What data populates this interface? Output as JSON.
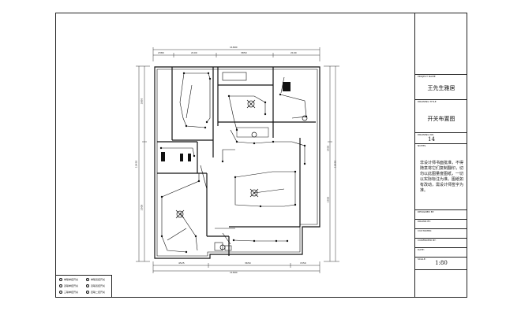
{
  "title_block": {
    "project_name_label": "PROJECT NAME",
    "project_name": "王先生雅居",
    "drawing_title_label": "DRAWING TITLE",
    "drawing_title": "开关布置图",
    "drawing_no_label": "DRAWING NO.",
    "drawing_no": "14",
    "notes_label": "NOTES",
    "notes_text": "非设计师书面批准，不得随意将它们复制翻印，切勿以此图量度图纸，一切以实际标注为准。图纸如有改动，需设计师签字为准。",
    "designed_by_label": "DESIGNED BY:",
    "drawn_by_label": "DRAWN BY:",
    "customer_label": "CUSTOMER:",
    "confirmed_by_label": "CONFIRMED BY:",
    "date_label": "DATE:",
    "scale_label": "SCALE:",
    "scale_value": "1:80"
  },
  "dimensions": {
    "top_total": "11600",
    "top_segments": [
      "2380",
      "2100",
      "3850",
      "2100"
    ],
    "bottom_total": "11600",
    "bottom_segments": [
      "4525",
      "3650",
      "1550"
    ],
    "left_segments": [
      "3850",
      "3500"
    ],
    "left_total": "13450",
    "right_segments": [
      "1400",
      "3500"
    ],
    "right_total": "13450"
  },
  "legend": {
    "items": [
      "单联单控开关",
      "双联单控开关",
      "三联单控开关",
      "单联双控开关",
      "双联双控开关",
      "四联二控开关"
    ]
  }
}
